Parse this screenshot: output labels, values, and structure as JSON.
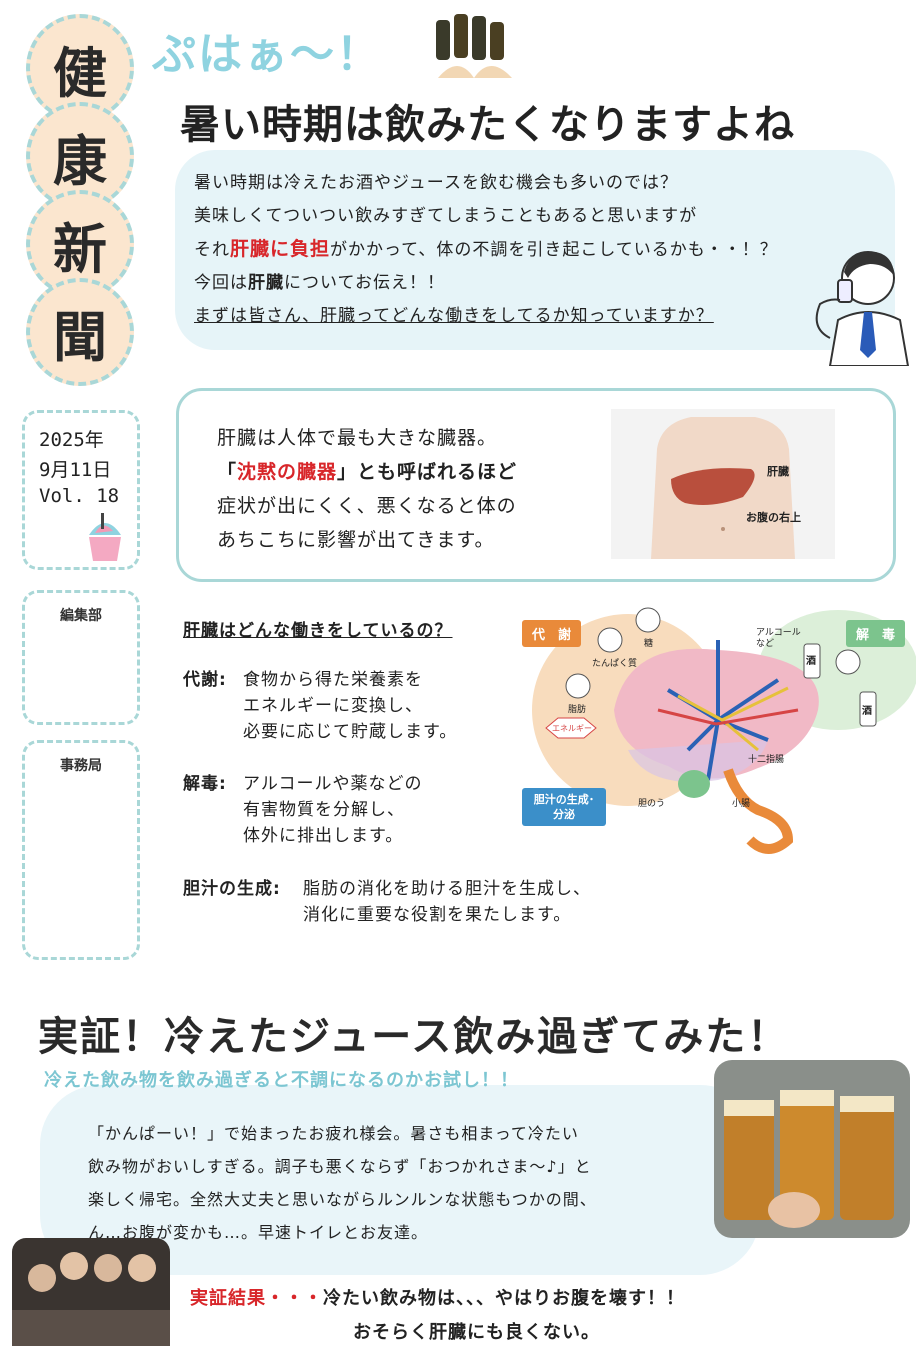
{
  "sidebar": {
    "title_chars": [
      "健",
      "康",
      "新",
      "聞"
    ],
    "date_line1": "2025年",
    "date_line2": "9月11日",
    "volume": "Vol. 18",
    "editorial_label": "編集部",
    "office_label": "事務局"
  },
  "header": {
    "exclaim": "ぷはぁ〜！",
    "headline": "暑い時期は飲みたくなりますよね"
  },
  "intro": {
    "line1": "暑い時期は冷えたお酒やジュースを飲む機会も多いのでは？",
    "line2": "美味しくてついつい飲みすぎてしまうこともあると思いますが",
    "line3_pre": "それ",
    "line3_red": "肝臓に負担",
    "line3_post": "がかかって、体の不調を引き起こしているかも・・！？",
    "line4_pre": "今回は",
    "line4_bold": "肝臓",
    "line4_post": "についてお伝え！！",
    "line5": "まずは皆さん、肝臓ってどんな働きをしてるか知っていますか？"
  },
  "liver_card": {
    "line1": "肝臓は人体で最も大きな臓器。",
    "line2_open": "「",
    "line2_red": "沈黙の臓器",
    "line2_post": "」とも呼ばれるほど",
    "line3": "症状が出にくく、悪くなると体の",
    "line4": "あちこちに影響が出てきます。",
    "fig_liver": "肝臓",
    "fig_location": "お腹の右上"
  },
  "functions": {
    "heading": "肝臓はどんな働きをしているの？",
    "items": [
      {
        "label": "代謝:",
        "lines": [
          "食物から得た栄養素を",
          "エネルギーに変換し、",
          "必要に応じて貯蔵します。"
        ]
      },
      {
        "label": "解毒:",
        "lines": [
          "アルコールや薬などの",
          "有害物質を分解し、",
          "体外に排出します。"
        ]
      },
      {
        "label": "胆汁の生成:",
        "lines": [
          "脂肪の消化を助ける胆汁を生成し、",
          "消化に重要な役割を果たします。"
        ]
      }
    ]
  },
  "diagram": {
    "tag_metabolism": "代　謝",
    "tag_detox": "解　毒",
    "tag_bile": "胆汁の生成･分泌",
    "sugar": "糖",
    "protein": "たんぱく質",
    "fat": "脂肪",
    "energy": "エネルギー",
    "alcohol": "アルコールなど",
    "sake": "酒",
    "duodenum": "十二指腸",
    "gallbladder": "胆のう",
    "small_intestine": "小腸"
  },
  "experiment": {
    "title": "実証！冷えたジュース飲み過ぎてみた！",
    "subtitle": "冷えた飲み物を飲み過ぎると不調になるのかお試し！！",
    "body": [
      "「かんぱーい！」で始まったお疲れ様会。暑さも相まって冷たい",
      "飲み物がおいしすぎる。調子も悪くならず「おつかれさま〜♪」と",
      "楽しく帰宅。全然大丈夫と思いながらルンルンな状態もつかの間、",
      "ん…お腹が変かも…。早速トイレとお友達。"
    ],
    "result_label": "実証結果・・・",
    "result_line1": "冷たい飲み物は、、、やはりお腹を壊す！！",
    "result_line2": "おそらく肝臓にも良くない。"
  },
  "colors": {
    "accent_teal": "#a9d7d7",
    "circle_fill": "#fbe6cf",
    "emphasis_red": "#d8262a",
    "subtitle_teal": "#7cc6d2",
    "tag_orange": "#e98a3a",
    "tag_green": "#7cc48d",
    "tag_blue": "#3b8fc9"
  }
}
